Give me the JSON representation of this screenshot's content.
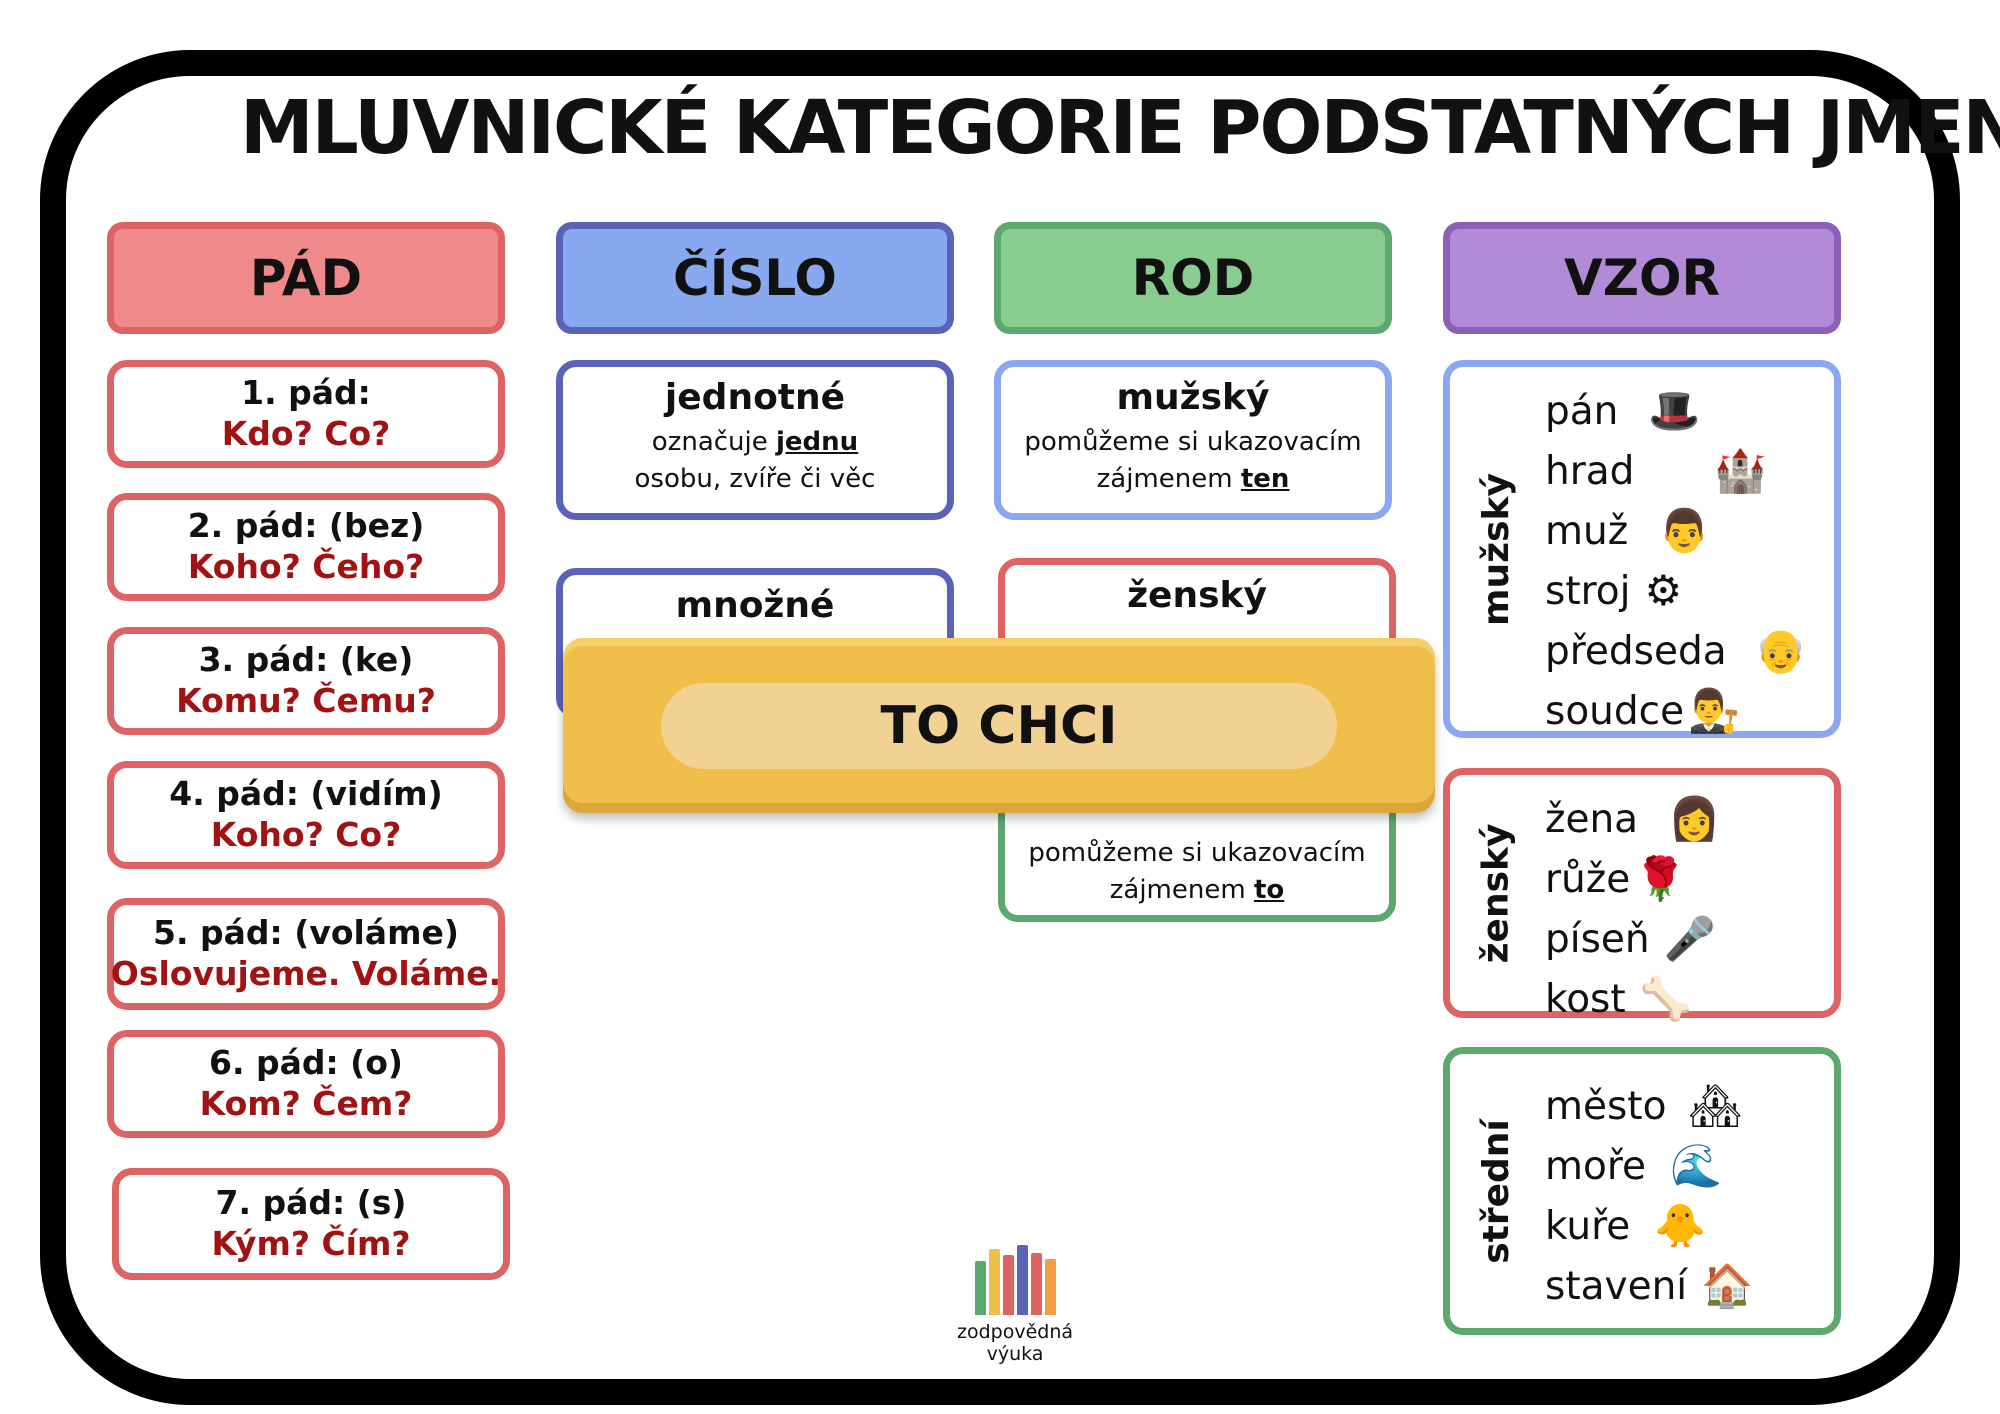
{
  "title": "MLUVNICKÉ KATEGORIE  PODSTATNÝCH JMEN",
  "colors": {
    "red": "#de6464",
    "red_fill": "#f08a8a",
    "blue": "#5a63b8",
    "blue_fill": "#88a8f0",
    "green": "#5da86e",
    "green_fill": "#88cc90",
    "purple": "#8e5fb6",
    "purple_fill": "#b28bd8",
    "gold": "#f0be4a",
    "light_blue": "#8aa8f2"
  },
  "headers": {
    "pad": "PÁD",
    "cislo": "ČÍSLO",
    "rod": "ROD",
    "vzor": "VZOR"
  },
  "pady": [
    {
      "label": "1. pád:",
      "question": "Kdo? Co?"
    },
    {
      "label": "2. pád: (bez)",
      "question": "Koho? Čeho?"
    },
    {
      "label": "3. pád: (ke)",
      "question": "Komu? Čemu?"
    },
    {
      "label": "4. pád: (vidím)",
      "question": "Koho? Co?"
    },
    {
      "label": "5. pád: (voláme)",
      "question": "Oslovujeme. Voláme."
    },
    {
      "label": "6. pád: (o)",
      "question": "Kom? Čem?"
    },
    {
      "label": "7. pád: (s)",
      "question": "Kým? Čím?"
    }
  ],
  "cislo": {
    "jednotne": {
      "title": "jednotné",
      "d1": "označuje ",
      "d1_bold": "jednu",
      "d2": "osobu, zvíře či věc"
    },
    "mnozne": {
      "title": "množné"
    }
  },
  "rod": {
    "muzsky": {
      "title": "mužský",
      "d1": "pomůžeme si ukazovacím",
      "d2": "zájmenem ",
      "d2_bold": "ten"
    },
    "zensky": {
      "title": "ženský"
    },
    "stredni": {
      "d1": "pomůžeme si ukazovacím",
      "d2": "zájmenem ",
      "d2_bold": "to"
    }
  },
  "vzor": {
    "muzsky": {
      "side": "mužský",
      "words": [
        "pán",
        "hrad",
        "muž",
        "stroj",
        "předseda",
        "soudce"
      ],
      "icons": [
        "gentleman-icon",
        "castle-icon",
        "man-icon",
        "gears-icon",
        "chairman-icon",
        "judge-icon"
      ]
    },
    "zensky": {
      "side": "ženský",
      "words": [
        "žena",
        "růže",
        "píseň",
        "kost"
      ],
      "icons": [
        "woman-icon",
        "rose-icon",
        "microphone-icon",
        "bone-icon"
      ]
    },
    "stredni": {
      "side": "střední",
      "words": [
        "město",
        "moře",
        "kuře",
        "stavení"
      ],
      "icons": [
        "town-icon",
        "wave-icon",
        "chick-icon",
        "cottage-icon"
      ]
    }
  },
  "banner": {
    "label": "TO CHCI"
  },
  "logo": {
    "caption": "zodpovědná výuka"
  }
}
